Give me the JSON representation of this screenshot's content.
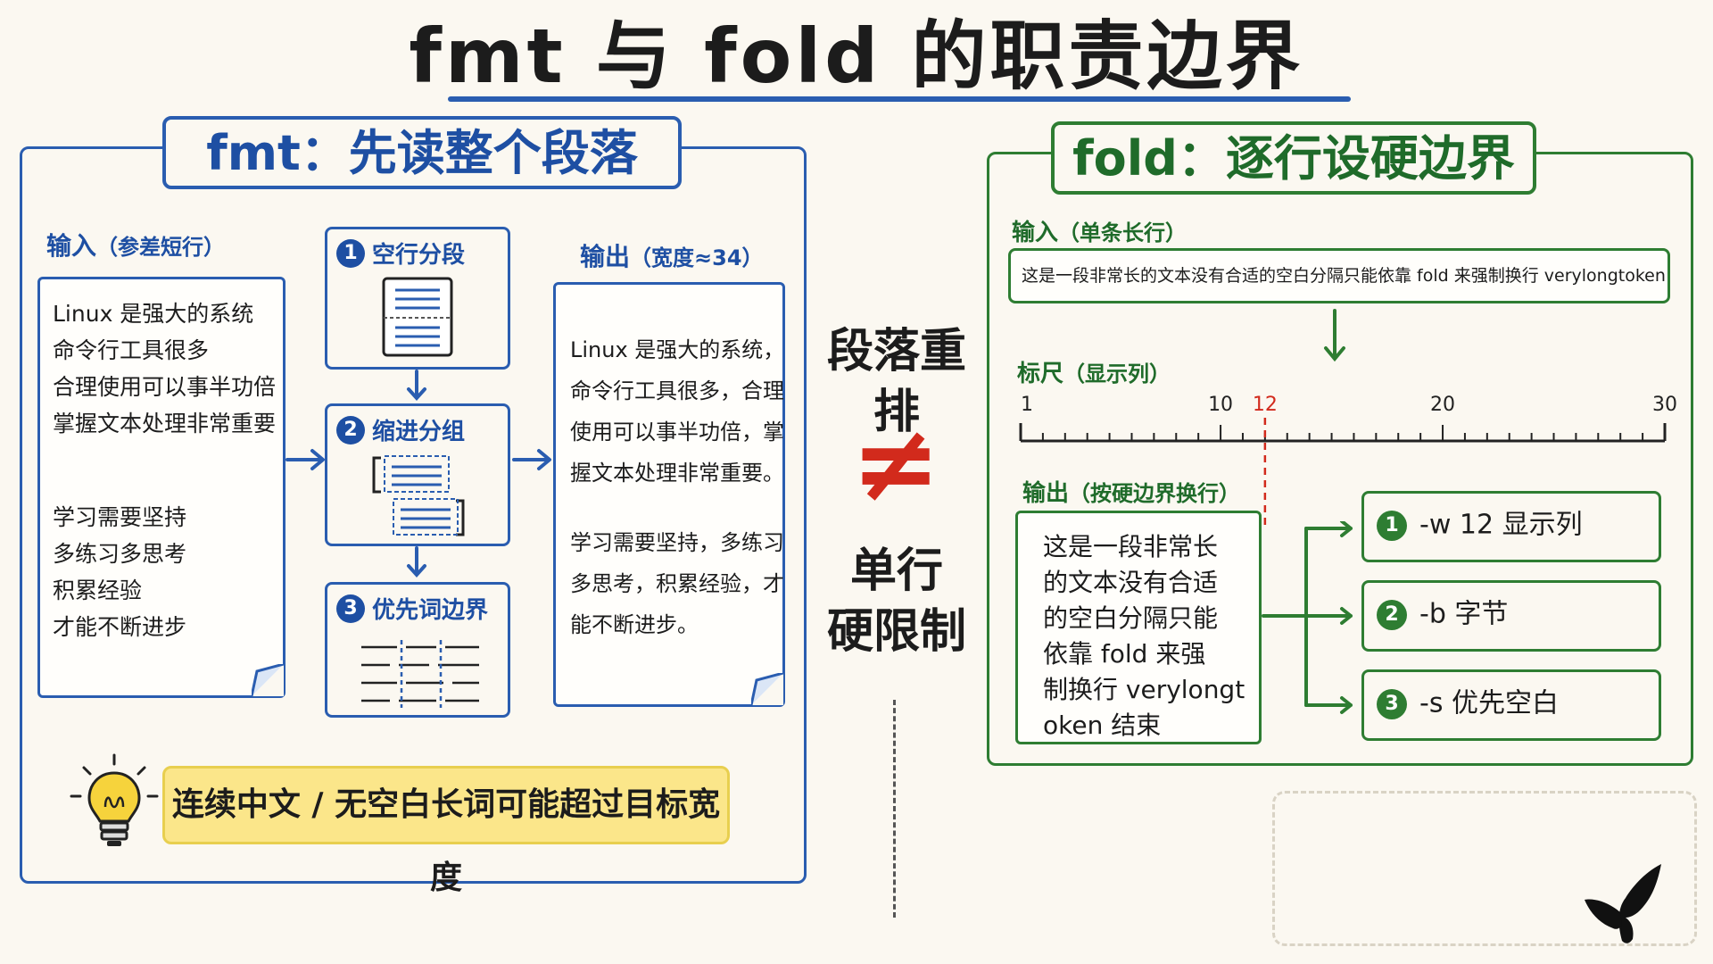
{
  "title": "fmt 与 fold 的职责边界",
  "fmt": {
    "header": "fmt：先读整个段落",
    "input": {
      "label": "输入",
      "label_note": "（参差短行）",
      "lines_p1": [
        "Linux 是强大的系统",
        "命令行工具很多",
        "合理使用可以事半功倍",
        "掌握文本处理非常重要"
      ],
      "lines_p2": [
        "学习需要坚持",
        "多练习多思考",
        "积累经验",
        "才能不断进步"
      ]
    },
    "steps": [
      {
        "num": "1",
        "label": "空行分段"
      },
      {
        "num": "2",
        "label": "缩进分组"
      },
      {
        "num": "3",
        "label": "优先词边界"
      }
    ],
    "output": {
      "label": "输出",
      "label_note": "（宽度≈34）",
      "lines_p1": [
        "Linux 是强大的系统，",
        "命令行工具很多，合理",
        "使用可以事半功倍，掌",
        "握文本处理非常重要。"
      ],
      "lines_p2": [
        "学习需要坚持，多练习",
        "多思考，积累经验，才",
        "能不断进步。"
      ]
    },
    "tip": "连续中文 / 无空白长词可能超过目标宽度"
  },
  "middle": {
    "top_lines": [
      "段落重排"
    ],
    "symbol": "≠",
    "bottom_lines": [
      "单行",
      "硬限制"
    ]
  },
  "fold": {
    "header": "fold：逐行设硬边界",
    "input": {
      "label": "输入",
      "label_note": "（单条长行）",
      "text": "这是一段非常长的文本没有合适的空白分隔只能依靠 fold 来强制换行 verylongtoken 结束"
    },
    "ruler": {
      "label": "标尺",
      "label_note": "（显示列）",
      "ticks": [
        {
          "value": 1,
          "label": "1"
        },
        {
          "value": 10,
          "label": "10"
        },
        {
          "value": 12,
          "label": "12",
          "highlight": true
        },
        {
          "value": 20,
          "label": "20"
        },
        {
          "value": 30,
          "label": "30"
        }
      ],
      "min": 1,
      "max": 30
    },
    "output": {
      "label": "输出",
      "label_note": "（按硬边界换行）",
      "lines": [
        "这是一段非常长",
        "的文本没有合适",
        "的空白分隔只能",
        "依靠 fold 来强",
        "制换行 verylongt",
        "oken 结束"
      ]
    },
    "options": [
      {
        "num": "1",
        "label": "-w 12 显示列"
      },
      {
        "num": "2",
        "label": "-b 字节"
      },
      {
        "num": "3",
        "label": "-s 优先空白"
      }
    ]
  },
  "colors": {
    "blue": "#2a5db0",
    "green": "#2e7d32",
    "red": "#d22a1c",
    "tip_yellow": "#fbe68a"
  },
  "icons": [
    "lightbulb-icon",
    "butterfly-logo-icon"
  ]
}
